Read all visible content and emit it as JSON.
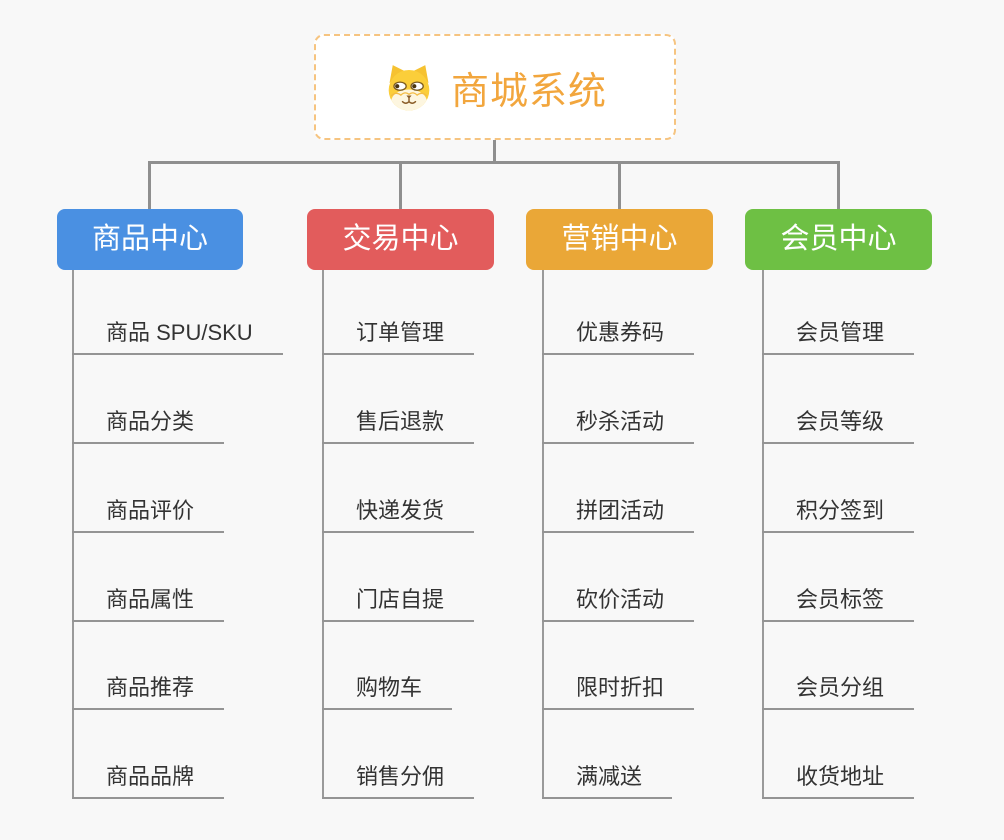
{
  "root": {
    "title": "商城系统",
    "title_color": "#f2a63d",
    "icon": "dog-face-icon",
    "border_color": "#f6c480"
  },
  "branches": [
    {
      "label": "商品中心",
      "color": "#4a90e2",
      "items": [
        "商品 SPU/SKU",
        "商品分类",
        "商品评价",
        "商品属性",
        "商品推荐",
        "商品品牌"
      ]
    },
    {
      "label": "交易中心",
      "color": "#e25c5c",
      "items": [
        "订单管理",
        "售后退款",
        "快递发货",
        "门店自提",
        "购物车",
        "销售分佣"
      ]
    },
    {
      "label": "营销中心",
      "color": "#eaa737",
      "items": [
        "优惠券码",
        "秒杀活动",
        "拼团活动",
        "砍价活动",
        "限时折扣",
        "满减送"
      ]
    },
    {
      "label": "会员中心",
      "color": "#6ec044",
      "items": [
        "会员管理",
        "会员等级",
        "积分签到",
        "会员标签",
        "会员分组",
        "收货地址"
      ]
    }
  ],
  "colors": {
    "canvas_background": "#f8f8f8",
    "connector": "#8f8f8f",
    "leaf_underline": "#949494",
    "leaf_text": "#333333"
  }
}
